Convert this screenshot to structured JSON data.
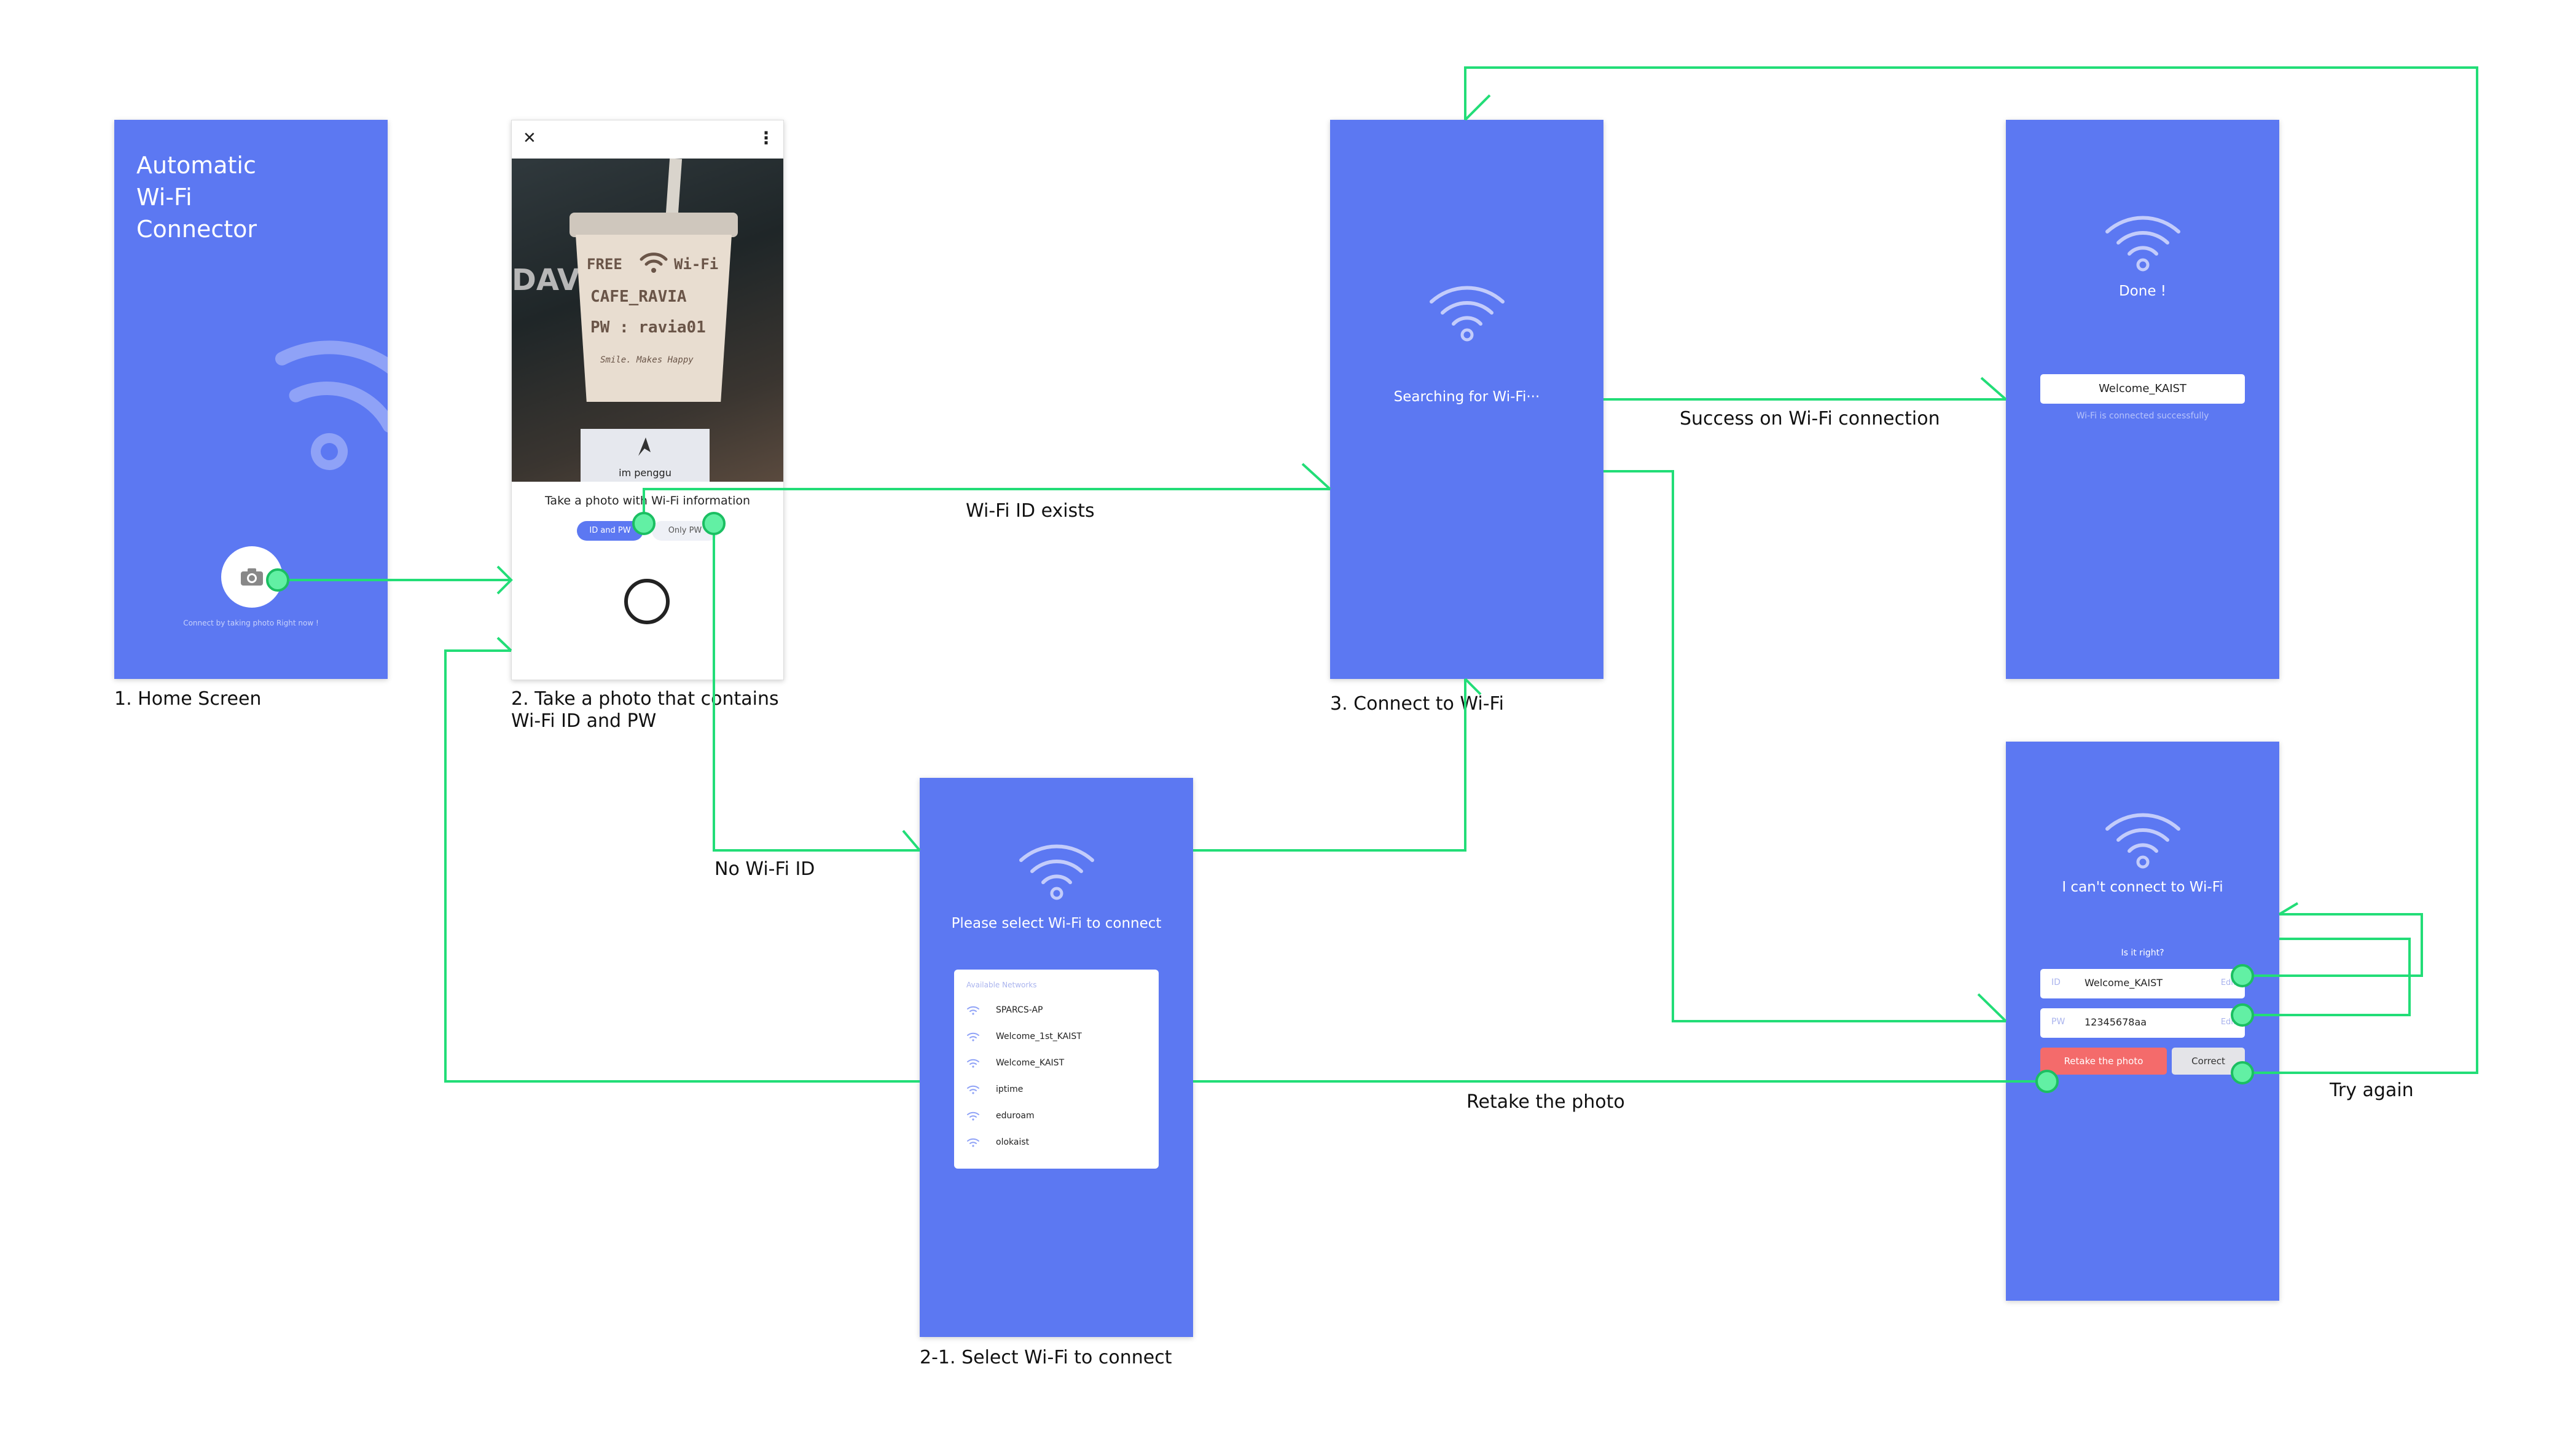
{
  "colors": {
    "screen_bg": "#5c78f2",
    "connector": "#22dd77",
    "retake": "#f46b6b"
  },
  "home": {
    "title_lines": [
      "Automatic",
      "Wi-Fi",
      "Connector"
    ],
    "hint": "Connect by taking photo Right now !",
    "caption": "1. Home Screen"
  },
  "camera": {
    "close_icon": "✕",
    "menu_icon": "⋮",
    "photo_sign_lines": [
      "FREE",
      "Wi-Fi",
      "CAFE_RAVIA",
      "PW : ravia01",
      "Smile. Makes Happy"
    ],
    "photo_logo_text": "im penggu",
    "photo_backdrop_text": "DAV",
    "instruction": "Take a photo with Wi-Fi information",
    "mode_id_pw": "ID and PW",
    "mode_only_pw": "Only PW",
    "caption_lines": [
      "2. Take a photo that contains",
      "Wi-Fi ID and PW"
    ]
  },
  "connect": {
    "status": "Searching for Wi-Fi···",
    "caption": "3. Connect to Wi-Fi"
  },
  "done": {
    "title": "Done !",
    "network": "Welcome_KAIST",
    "message": "Wi-Fi is connected successfully"
  },
  "fail": {
    "title": "I can't connect to Wi-Fi",
    "question": "Is it right?",
    "id_label": "ID",
    "id_value": "Welcome_KAIST",
    "id_edit": "Edit",
    "pw_label": "PW",
    "pw_value": "12345678aa",
    "pw_edit": "Edit",
    "retake": "Retake the photo",
    "correct": "Correct"
  },
  "select": {
    "title": "Please select Wi-Fi to connect",
    "list_header": "Available Networks",
    "networks": [
      "SPARCS-AP",
      "Welcome_1st_KAIST",
      "Welcome_KAIST",
      "iptime",
      "eduroam",
      "olokaist"
    ],
    "caption": "2-1. Select Wi-Fi to connect"
  },
  "flows": {
    "wifi_id_exists": "Wi-Fi ID exists",
    "no_wifi_id": "No Wi-Fi ID",
    "success": "Success on Wi-Fi connection",
    "retake": "Retake the photo",
    "try_again": "Try again"
  }
}
